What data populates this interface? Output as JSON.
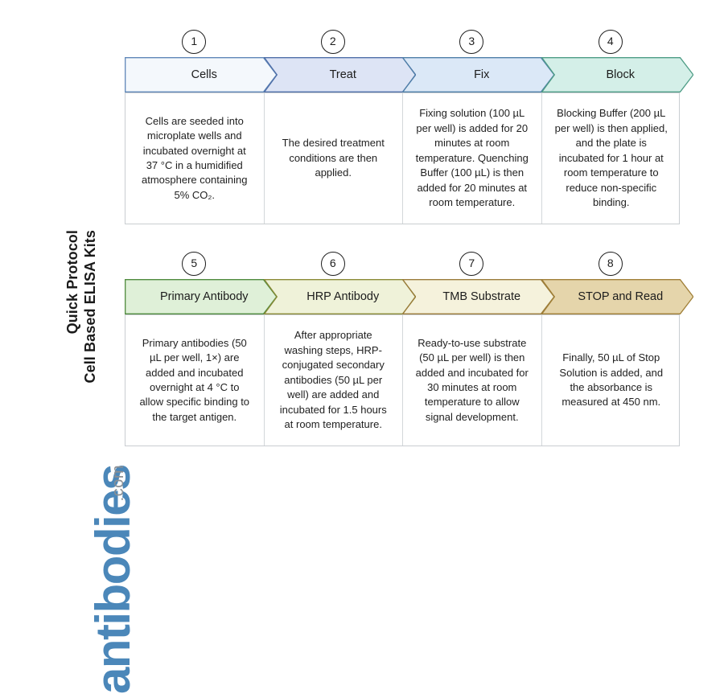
{
  "title": {
    "line1": "Cell Based ELISA Kits",
    "line2": "Quick Protocol"
  },
  "logo": {
    "word": "antibodies",
    "tld": ".com",
    "word_color": "#4b87b9",
    "tld_color": "#8b8f93"
  },
  "rows": [
    {
      "steps": [
        {
          "number": "1",
          "label": "Cells",
          "fill": "#f4f8fc",
          "stroke": "#5f87b8",
          "description": "Cells are seeded into microplate wells and incubated overnight at 37 °C in a humidified atmosphere containing 5% CO₂."
        },
        {
          "number": "2",
          "label": "Treat",
          "fill": "#dde4f5",
          "stroke": "#4f6fa8",
          "description": "The desired treatment conditions are then applied."
        },
        {
          "number": "3",
          "label": "Fix",
          "fill": "#dbe8f7",
          "stroke": "#4f7fa8",
          "description": "Fixing solution (100 µL per well) is added for 20 minutes at room temperature. Quenching Buffer (100 µL) is then added for 20 minutes at room temperature."
        },
        {
          "number": "4",
          "label": "Block",
          "fill": "#d4efe8",
          "stroke": "#4f9d86",
          "description": "Blocking Buffer (200 µL per well) is then applied, and the plate is incubated for 1 hour at room temperature to reduce non-specific binding."
        }
      ]
    },
    {
      "steps": [
        {
          "number": "5",
          "label": "Primary Antibody",
          "fill": "#dff0d8",
          "stroke": "#4f8a3d",
          "description": "Primary antibodies (50 µL per well, 1×) are added and incubated overnight at 4 °C to allow specific binding to the target antigen."
        },
        {
          "number": "6",
          "label": "HRP Antibody",
          "fill": "#eff2d9",
          "stroke": "#8a8a36",
          "description": "After appropriate washing steps, HRP-conjugated secondary antibodies (50 µL per well) are added and incubated for 1.5 hours at room temperature."
        },
        {
          "number": "7",
          "label": "TMB Substrate",
          "fill": "#f5f2dc",
          "stroke": "#9a7b3a",
          "description": "Ready-to-use substrate (50 µL per well) is then added and incubated for 30 minutes at room temperature to allow signal development."
        },
        {
          "number": "8",
          "label": "STOP and Read",
          "fill": "#e5d5ab",
          "stroke": "#a07f37",
          "description": "Finally, 50 µL of Stop Solution is added, and the absorbance is measured at 450 nm."
        }
      ]
    }
  ]
}
